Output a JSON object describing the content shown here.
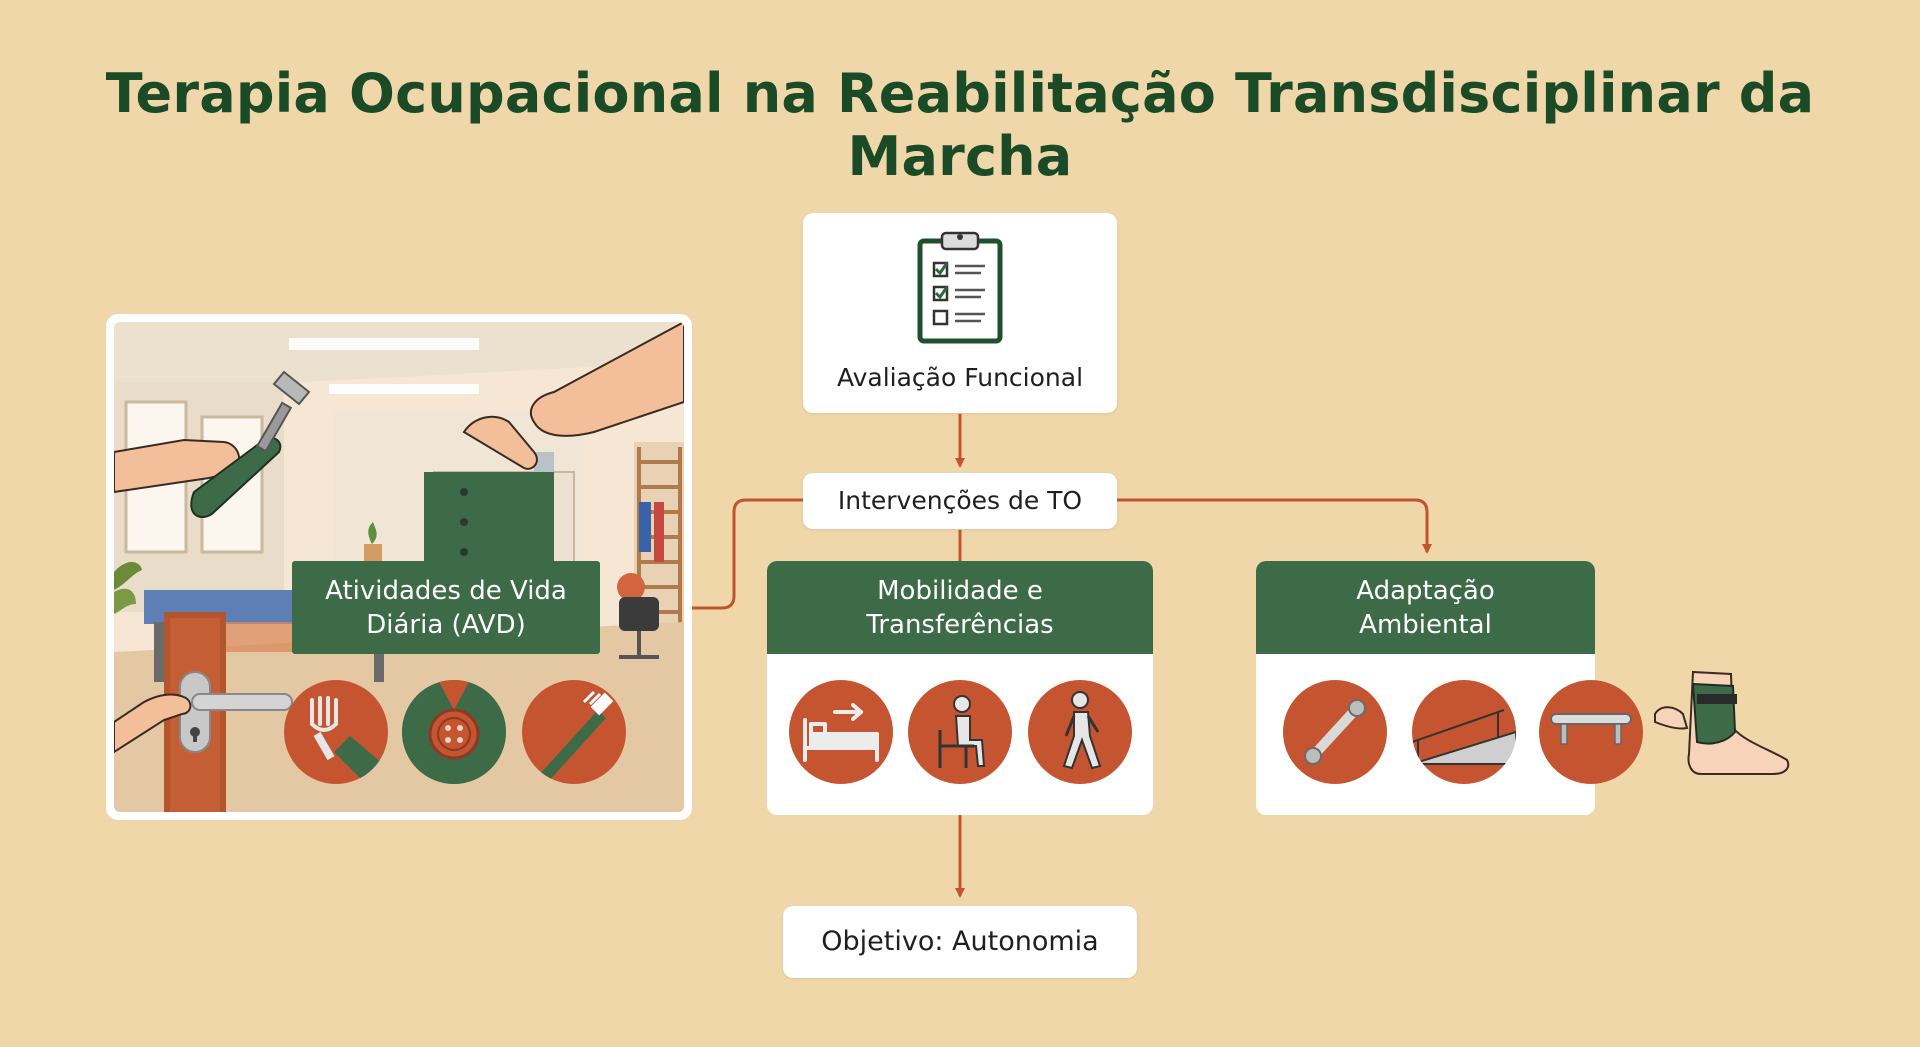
{
  "title": "Terapia Ocupacional na Reabilitação Transdisciplinar da Marcha",
  "colors": {
    "background": "#f0d7a9",
    "title": "#1b4a27",
    "header_green": "#3e6b47",
    "accent_orange": "#c55530",
    "connector": "#c2532f"
  },
  "nodes": {
    "evaluation": {
      "label": "Avaliação Funcional",
      "icon": "clipboard-checklist-icon"
    },
    "interventions": {
      "label": "Intervenções de TO"
    },
    "avd": {
      "label": "Atividades de Vida\nDiária (AVD)",
      "icons": [
        "fork-icon",
        "button-icon",
        "toothbrush-icon"
      ]
    },
    "mobility": {
      "label": "Mobilidade e\nTransferências",
      "icons": [
        "bed-transfer-icon",
        "seated-person-icon",
        "walking-person-icon"
      ]
    },
    "adaptation": {
      "label": "Adaptação\nAmbiental",
      "icons": [
        "grab-bar-icon",
        "ramp-icon",
        "handrail-icon",
        "ankle-orthosis-icon"
      ]
    },
    "goal": {
      "label": "Objetivo: Autonomia"
    }
  },
  "edges": [
    {
      "from": "Avaliação Funcional",
      "to": "Intervenções de TO"
    },
    {
      "from": "Intervenções de TO",
      "to": "Atividades de Vida Diária (AVD)"
    },
    {
      "from": "Intervenções de TO",
      "to": "Mobilidade e Transferências"
    },
    {
      "from": "Intervenções de TO",
      "to": "Adaptação Ambiental"
    },
    {
      "from": "Mobilidade e Transferências",
      "to": "Objetivo: Autonomia"
    }
  ]
}
